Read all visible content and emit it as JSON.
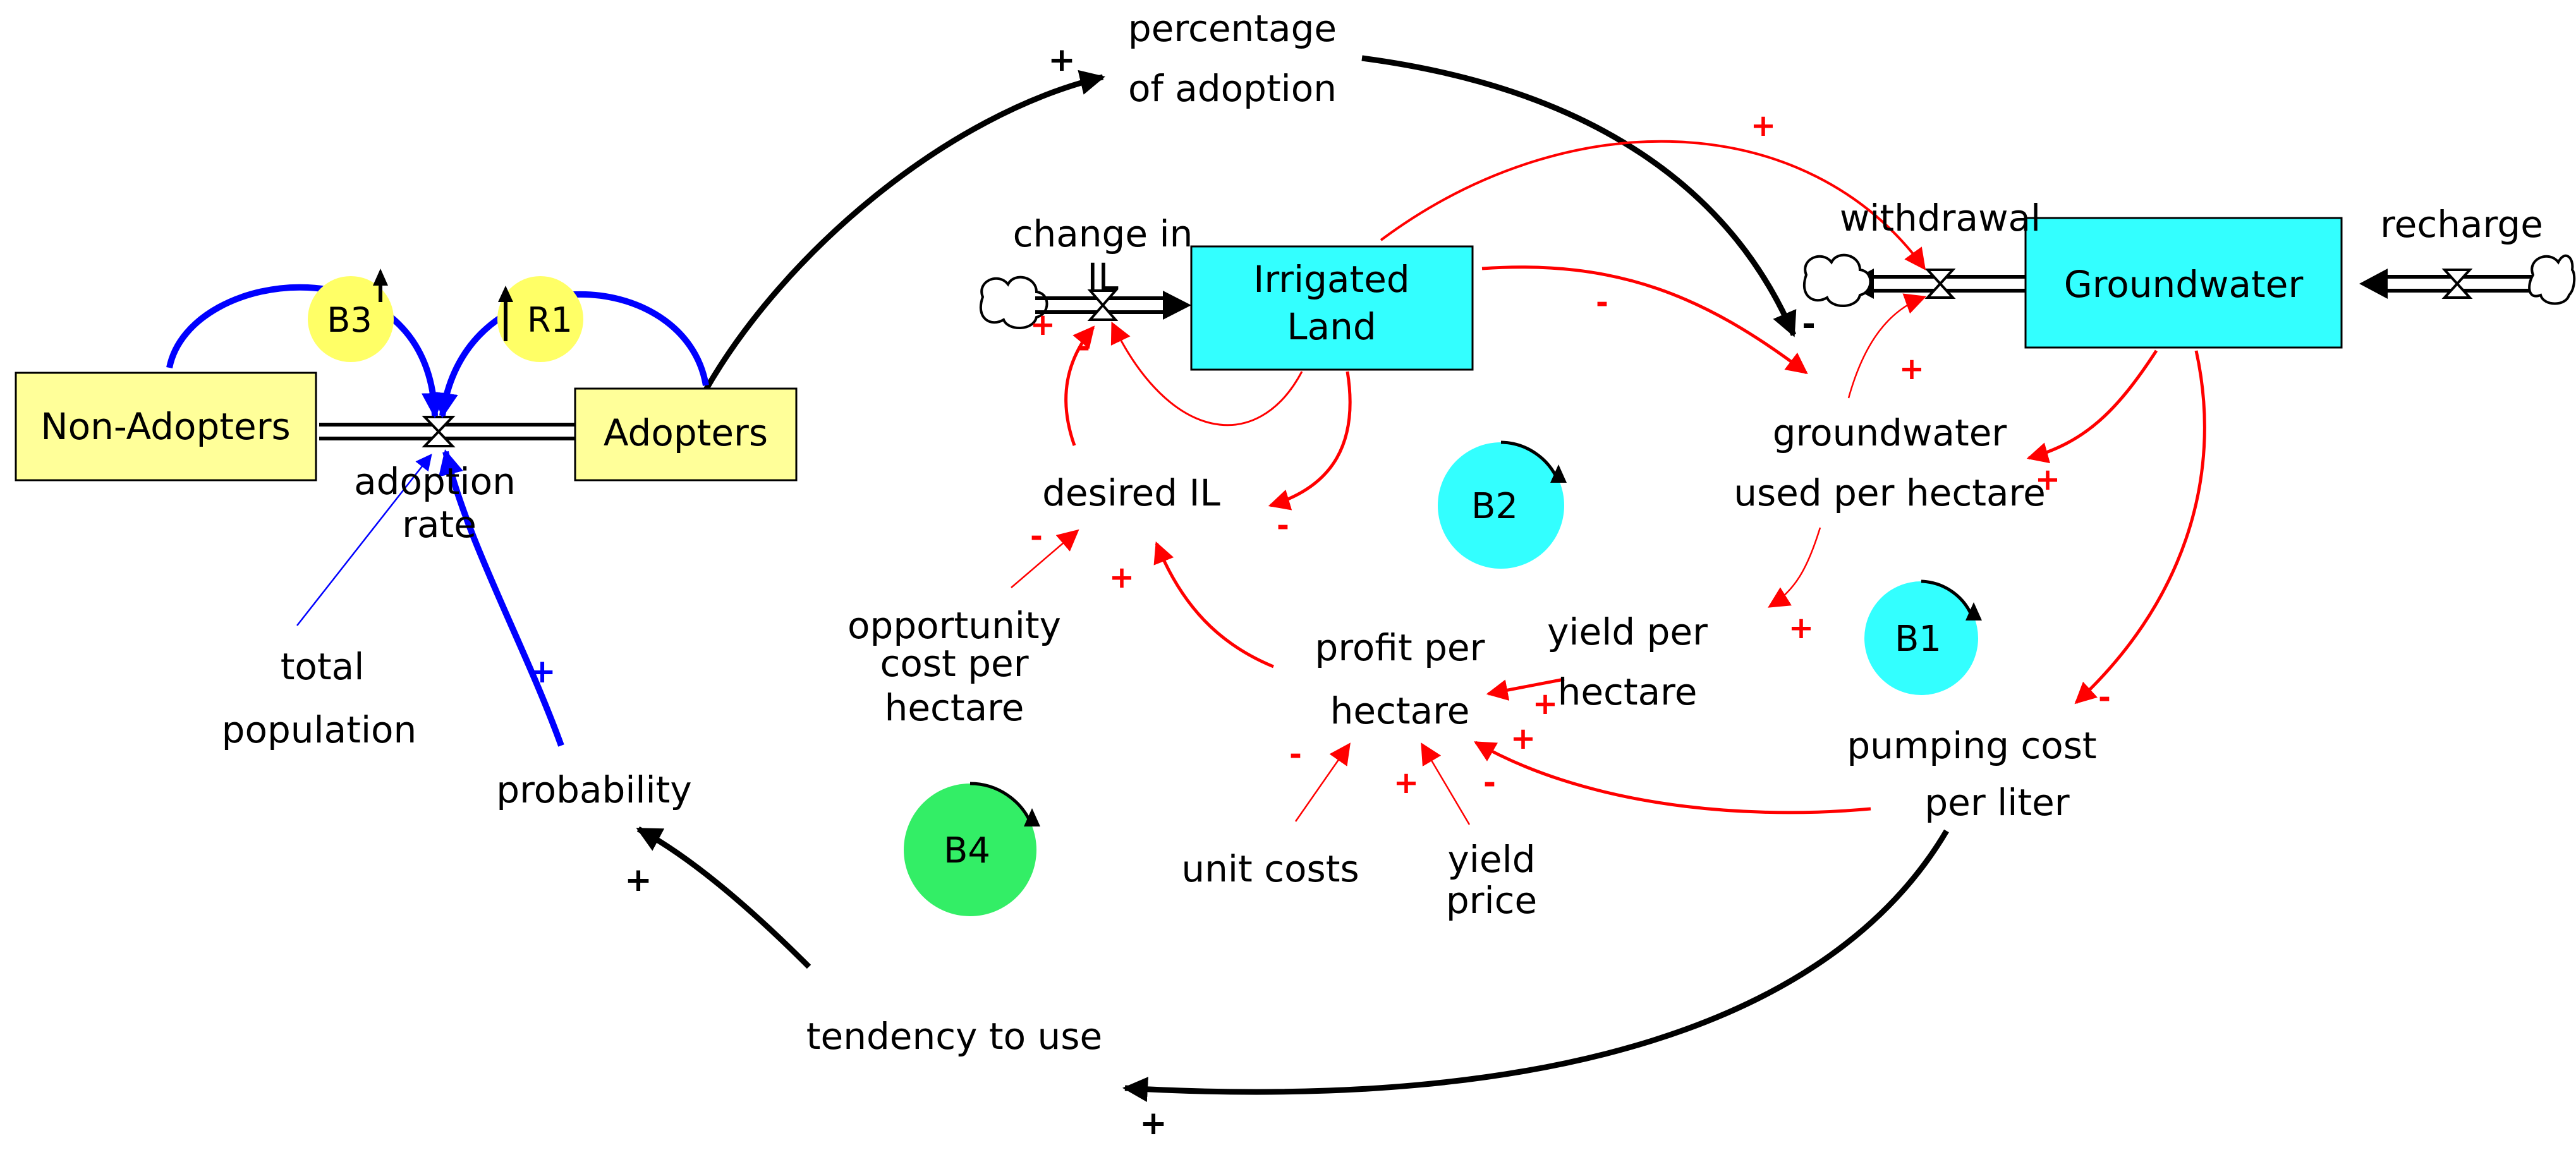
{
  "stocks": {
    "non_adopters": "Non-Adopters",
    "adopters": "Adopters",
    "irrigated_land": [
      "Irrigated",
      "Land"
    ],
    "groundwater": "Groundwater"
  },
  "flows": {
    "adoption_rate": [
      "adoption",
      "rate"
    ],
    "change_in_il": [
      "change in",
      "IL"
    ],
    "withdrawal": "withdrawal",
    "recharge": "recharge"
  },
  "variables": {
    "percentage_of_adoption": [
      "percentage",
      "of adoption"
    ],
    "desired_il": "desired IL",
    "groundwater_used_per_hectare": [
      "groundwater",
      "used per hectare"
    ],
    "opportunity_cost_per_hectare": [
      "opportunity",
      "cost per",
      "hectare"
    ],
    "profit_per_hectare": [
      "profit per",
      "hectare"
    ],
    "yield_per_hectare": [
      "yield per",
      "hectare"
    ],
    "total_population": [
      "total",
      "population"
    ],
    "probability": "probability",
    "unit_costs": "unit costs",
    "yield_price": [
      "yield",
      "price"
    ],
    "pumping_cost_per_liter": [
      "pumping cost",
      "per liter"
    ],
    "tendency_to_use": "tendency to use"
  },
  "loops": {
    "b1": "B1",
    "b2": "B2",
    "b3": "B3",
    "b4": "B4",
    "r1": "R1"
  },
  "polarities": {
    "plus": "+",
    "minus": "-"
  },
  "colors": {
    "stock_yellow": "#ffff99",
    "stock_cyan": "#33ffff",
    "loop_yellow": "#ffff66",
    "loop_cyan": "#33ffff",
    "loop_green": "#33ee66",
    "arrow_red": "#ff0000",
    "arrow_blue": "#0000ff",
    "arrow_black": "#000000"
  }
}
